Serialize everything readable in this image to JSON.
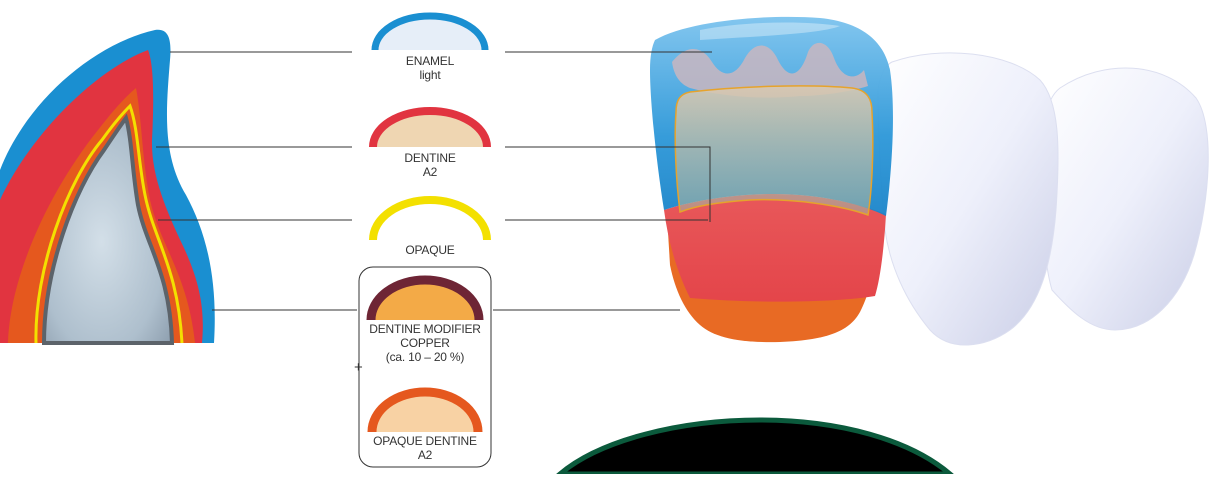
{
  "layers": [
    {
      "id": "enamel",
      "name": "ENAMEL",
      "shade": "light",
      "ring_color": "#1a8fd1",
      "fill_color": "#e6eef8"
    },
    {
      "id": "dentine",
      "name": "DENTINE",
      "shade": "A2",
      "ring_color": "#e13440",
      "fill_color": "#efd6b2"
    },
    {
      "id": "opaque",
      "name": "OPAQUE",
      "shade": "",
      "ring_color": "#f3e000",
      "fill_color": "#ffffff"
    }
  ],
  "mix": {
    "operator": "+",
    "items": [
      {
        "id": "dentine-modifier",
        "name": "DENTINE MODIFIER",
        "line2": "COPPER",
        "line3": "(ca. 10 – 20 %)",
        "ring_color": "#6e2535",
        "fill_color": "#f3aa47"
      },
      {
        "id": "opaque-dentine",
        "name": "OPAQUE DENTINE",
        "line2": "A2",
        "line3": "",
        "ring_color": "#e5581e",
        "fill_color": "#f8d2a4"
      }
    ]
  },
  "colors": {
    "enamel_blue": "#1a8fd1",
    "dentine_red": "#e13440",
    "opaque_yellow": "#f3e000",
    "opaque_dentine_orange": "#e5581e",
    "core_grey": "#b5c6d4",
    "crown_white": "#eef0fb",
    "leader_line": "#333333",
    "dark_shape": "#000000",
    "dark_shape_rim": "#0b5a3c"
  }
}
